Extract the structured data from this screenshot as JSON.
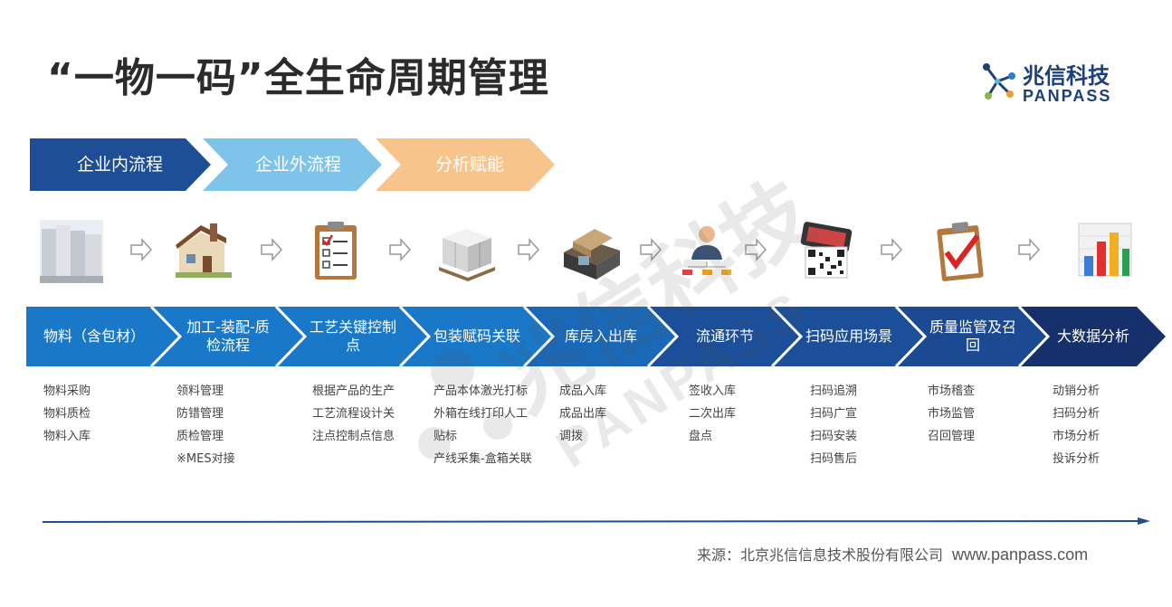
{
  "header": {
    "title": "“一物一码”全生命周期管理",
    "logo": {
      "cn": "兆信科技",
      "en": "PANPASS"
    }
  },
  "phases": [
    {
      "label": "企业内流程",
      "color": "#1e4e96"
    },
    {
      "label": "企业外流程",
      "color": "#7ec4ea"
    },
    {
      "label": "分析赋能",
      "color": "#f7c48c"
    }
  ],
  "icons": [
    "storage-tanks-icon",
    "factory-icon",
    "checklist-icon",
    "package-boxes-icon",
    "warehouse-icon",
    "distribution-person-icon",
    "qr-phone-scan-icon",
    "quality-clipboard-icon",
    "bar-chart-icon"
  ],
  "steps": [
    {
      "label": "物料（含包材）",
      "color": "#1a78c8"
    },
    {
      "label": "加工-装配-质检流程",
      "color": "#1a78c8"
    },
    {
      "label": "工艺关键控制点",
      "color": "#1a78c8"
    },
    {
      "label": "包装赋码关联",
      "color": "#1a78c8"
    },
    {
      "label": "库房入出库",
      "color": "#1a68b8"
    },
    {
      "label": "流通环节",
      "color": "#1c4f9a"
    },
    {
      "label": "扫码应用场景",
      "color": "#1c4f9a"
    },
    {
      "label": "质量监管及召回",
      "color": "#1c4a92"
    },
    {
      "label": "大数据分析",
      "color": "#15306b"
    }
  ],
  "details": [
    [
      "物料采购",
      "物料质检",
      "物料入库"
    ],
    [
      "领料管理",
      "防错管理",
      "质检管理",
      "※MES对接"
    ],
    [
      "根据产品的生产",
      "工艺流程设计关",
      "注点控制点信息"
    ],
    [
      "产品本体激光打标",
      "外箱在线打印人工",
      "贴标",
      "产线采集-盒箱关联"
    ],
    [
      "成品入库",
      "成品出库",
      "调拨"
    ],
    [
      "签收入库",
      "二次出库",
      "盘点"
    ],
    [
      "扫码追溯",
      "扫码广宣",
      "扫码安装",
      "扫码售后"
    ],
    [
      "市场稽查",
      "市场监管",
      "召回管理"
    ],
    [
      "动销分析",
      "扫码分析",
      "市场分析",
      "投诉分析"
    ]
  ],
  "footer": {
    "source": "来源：北京兆信信息技术股份有限公司",
    "url": "www.panpass.com"
  },
  "watermark": {
    "cn": "兆信科技",
    "en": "PANPASS"
  }
}
